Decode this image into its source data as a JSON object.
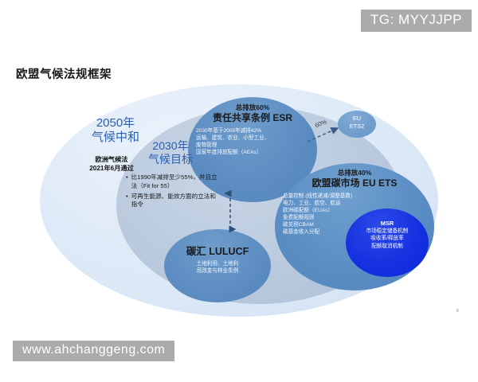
{
  "slide": {
    "title": "欧盟气候法规框架",
    "page_marker": "6"
  },
  "watermarks": {
    "top": "TG: MYYJJPP",
    "bottom": "www.ahchanggeng.com"
  },
  "diagram": {
    "layer_2050": {
      "heading_line1": "2050年",
      "heading_line2": "气候中和",
      "note_line1": "欧洲气候法",
      "note_line2": "2021年6月通过",
      "color": "#dde9f7"
    },
    "layer_2030": {
      "heading_line1": "2030年",
      "heading_line2": "气候目标",
      "color": "#b9c9dd",
      "bullets": [
        "比1990年减排至少55%，并且立法（Fit for 55）",
        "可再生能源、能效方面的立法和指令"
      ]
    },
    "esr": {
      "share_label": "总排放60%",
      "heading": "责任共享条例 ESR",
      "color": "#5d8dc2",
      "lines": [
        "2030年基于2005年减排42%",
        "运输、建筑、农业、小型工业、",
        "废物管理",
        "国家年度排放配额（AEAs）"
      ]
    },
    "eu_ets": {
      "share_label": "总排放40%",
      "heading": "欧盟碳市场 EU ETS",
      "color": "#5b8ec4",
      "lines": [
        "总量控制 (线性递减/调整基数)",
        "电力、工业、航空、航运",
        "欧洲碳配额（EUAs）",
        "免费配额规则",
        "碳关税CBAM",
        "碳基金收入分配"
      ]
    },
    "lulucf": {
      "heading": "碳汇 LULUCF",
      "color": "#5d8dc2",
      "lines": [
        "土地利用、土地利",
        "用改变与林业条例"
      ]
    },
    "msr": {
      "title": "MSR",
      "color": "#1430e0",
      "lines": [
        "市场稳定储备机制",
        "吸收率/释放率",
        "配额取消机制"
      ]
    },
    "eu_ets2": {
      "line1": "EU",
      "line2": "ETS2",
      "color": "#6f9dcd"
    },
    "connector_esr_to_ets2": {
      "label": "60%"
    }
  }
}
